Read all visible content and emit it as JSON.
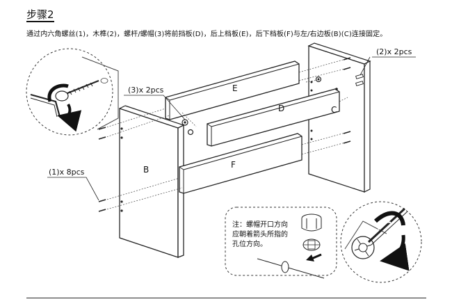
{
  "step": {
    "title": "步骤2"
  },
  "instruction": "通过内六角螺丝(1)，木榫(2)，螺杆/螺帽(3)将前挡板(D)，后上档板(E)，后下档板(F)与左/右边板(B)(C)连接固定。",
  "callouts": {
    "screws": "(1)x 8pcs",
    "dowels": "(2)x 2pcs",
    "bolts": "(3)x 2pcs"
  },
  "panels": {
    "B": "B",
    "C": "C",
    "D": "D",
    "E": "E",
    "F": "F"
  },
  "note": {
    "line1": "注：螺帽开口方向",
    "line2": "应朝着箭头所指的",
    "line3": "孔位方向。"
  }
}
